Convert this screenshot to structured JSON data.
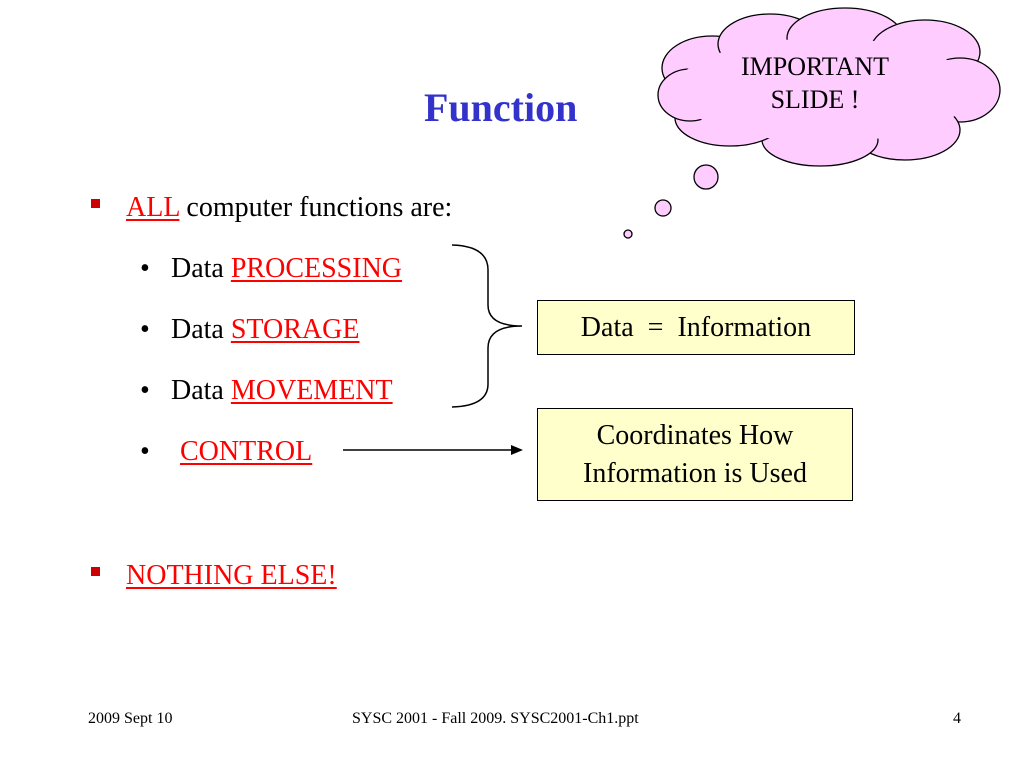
{
  "slide": {
    "title": "Function",
    "bullet1": {
      "emph": "ALL",
      "rest": " computer functions are:"
    },
    "sub_items": [
      {
        "prefix": "Data ",
        "word": "PROCESSING"
      },
      {
        "prefix": "Data ",
        "word": "STORAGE"
      },
      {
        "prefix": "Data ",
        "word": "MOVEMENT"
      },
      {
        "prefix": "",
        "word": "CONTROL"
      }
    ],
    "bullet2": "NOTHING ELSE!",
    "box1": "Data  =  Information",
    "box2_line1": "Coordinates How",
    "box2_line2": "Information is Used",
    "callout_line1": "IMPORTANT",
    "callout_line2": "SLIDE !"
  },
  "footer": {
    "date": "2009 Sept 10",
    "center": "SYSC 2001 - Fall 2009. SYSC2001-Ch1.ppt",
    "page": "4"
  },
  "colors": {
    "title": "#3333cc",
    "emphasis": "#ff0000",
    "box_fill": "#ffffcc",
    "cloud_fill": "#ffccff"
  }
}
